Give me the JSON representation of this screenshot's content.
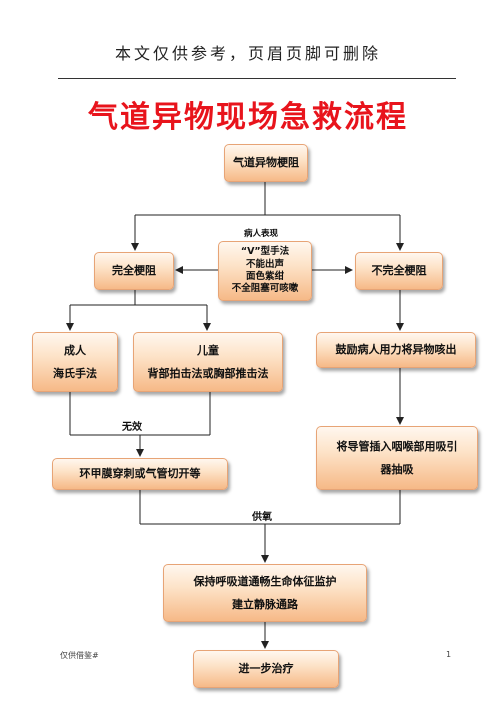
{
  "header": {
    "note": "本文仅供参考，页眉页脚可删除",
    "title": "气道异物现场急救流程"
  },
  "flow": {
    "start": "气道异物梗阻",
    "symptoms_label": "病人表现",
    "symptoms": [
      "“V”型手法",
      "不能出声",
      "面色紫绀",
      "不全阻塞可咳嗽"
    ],
    "complete": "完全梗阻",
    "incomplete": "不完全梗阻",
    "adult": [
      "成人",
      "海氏手法"
    ],
    "child": [
      "儿童",
      "背部拍击法或胸部推击法"
    ],
    "encourage": "鼓励病人用力将异物咳出",
    "invalid_label": "无效",
    "cricothyroid": "环甲膜穿刺或气管切开等",
    "suction": [
      "将导管插入咽喉部用吸引",
      "器抽吸"
    ],
    "oxygen_label": "供氧",
    "maintain": [
      "保持呼吸道通畅生命体征监护",
      "建立静脉通路"
    ],
    "further": "进一步治疗"
  },
  "footer": {
    "left": "仅供借鉴#",
    "page": "1"
  },
  "colors": {
    "title": "#e8141c",
    "box_top": "#fff7ef",
    "box_bottom": "#f6b987",
    "line": "#222222"
  }
}
